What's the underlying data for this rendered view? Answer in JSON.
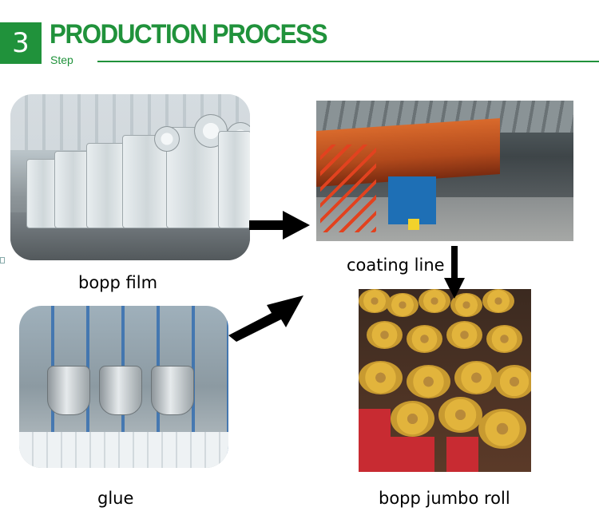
{
  "header": {
    "step_number": "3",
    "title": "PRODUCTION PROCESS",
    "subtitle": "Step",
    "accent_color": "#20923b"
  },
  "diagram": {
    "images": [
      {
        "id": "bopp-film",
        "label": "bopp film"
      },
      {
        "id": "coating-line",
        "label": "coating line"
      },
      {
        "id": "glue",
        "label": "glue"
      },
      {
        "id": "bopp-jumbo-roll",
        "label": "bopp jumbo roll"
      }
    ],
    "flows": [
      {
        "from": "bopp-film",
        "to": "coating-line"
      },
      {
        "from": "glue",
        "to": "coating-line"
      },
      {
        "from": "coating-line",
        "to": "bopp-jumbo-roll"
      }
    ]
  }
}
